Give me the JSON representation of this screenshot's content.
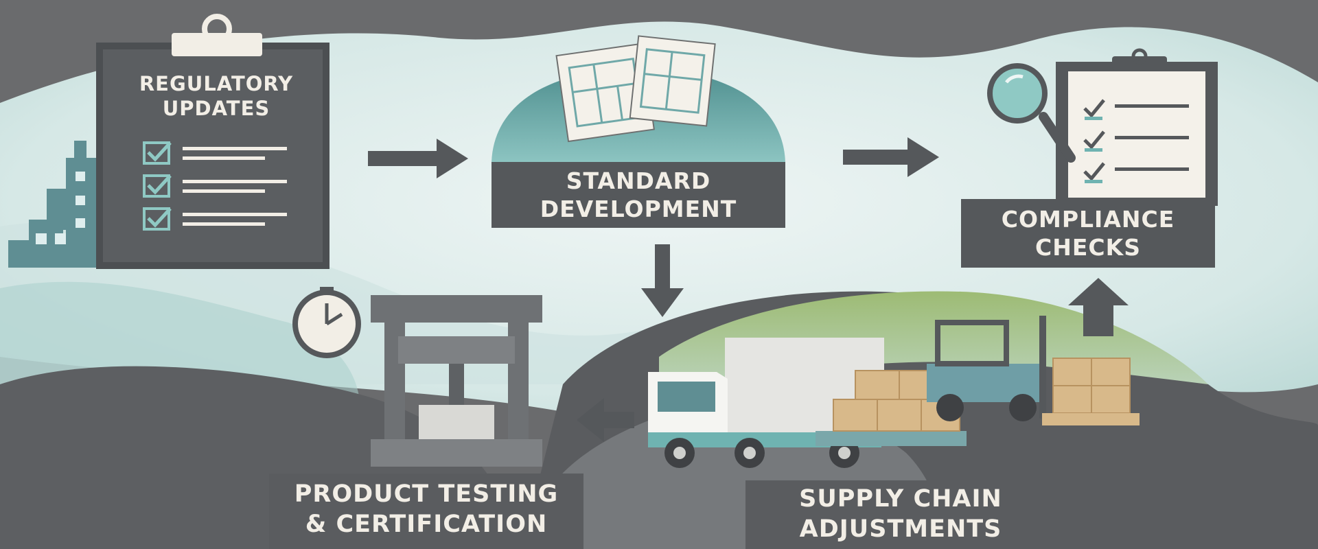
{
  "steps": [
    {
      "id": "regulatory",
      "lines": [
        "REGULATORY",
        "UPDATES"
      ]
    },
    {
      "id": "standard",
      "lines": [
        "STANDARD",
        "DEVELOPMENT"
      ]
    },
    {
      "id": "compliance",
      "lines": [
        "COMPLIANCE",
        "CHECKS"
      ]
    },
    {
      "id": "testing",
      "lines": [
        "PRODUCT TESTING",
        "& CERTIFICATION"
      ]
    },
    {
      "id": "supply",
      "lines": [
        "SUPPLY CHAIN",
        "ADJUSTMENTS"
      ]
    }
  ],
  "palette": {
    "dark_slate": "#55585b",
    "mid_gray": "#7b7d7f",
    "mint_light": "#dcebea",
    "teal": "#6fb3b1",
    "olive_green": "#94b46e",
    "cardboard": "#d8b98a",
    "label_text": "#f2eee6"
  }
}
